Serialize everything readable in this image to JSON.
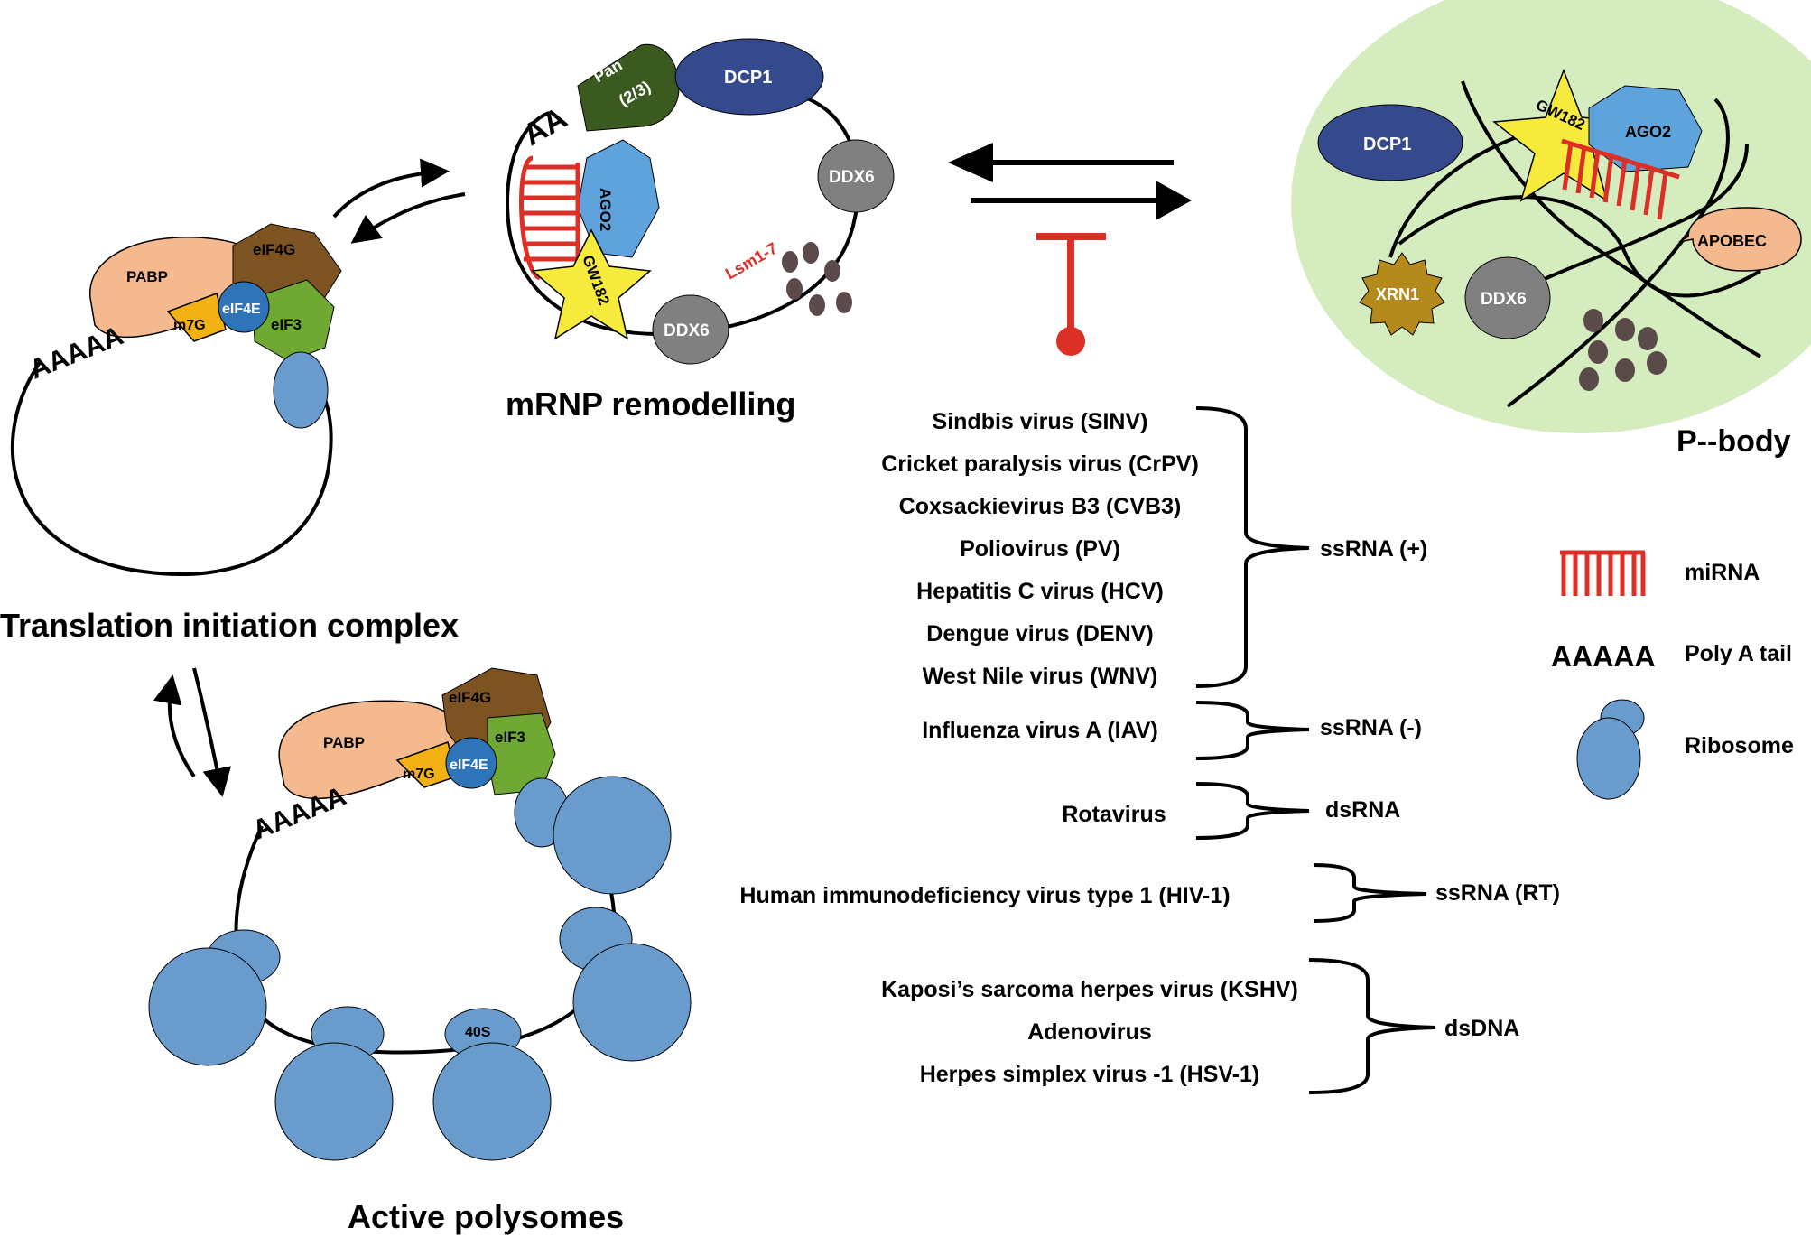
{
  "colors": {
    "pabp": "#f4b98e",
    "eif4g": "#7d5421",
    "eif3": "#6fa832",
    "eif4e": "#2f73b8",
    "m7g": "#f3b114",
    "ribosome": "#6a9bcd",
    "dcp1": "#344a8d",
    "ddx6": "#808080",
    "pan": "#3b5a1f",
    "gw182": "#f6ea3c",
    "mirna": "#dc2f26",
    "lsm": "#5b4a4a",
    "xrn1": "#b48a1c",
    "pbody": "#d5ecbf",
    "inhibit": "#dc2f26"
  },
  "labels": {
    "aaaaa": "AAAAA",
    "aa": "AA",
    "pabp": "PABP",
    "eif4g": "eIF4G",
    "eif3": "eIF3",
    "eif4e": "eIF4E",
    "m7g": "m7G",
    "forty_s": "40S",
    "dcp1": "DCP1",
    "ddx6": "DDX6",
    "ago2": "AGO2",
    "gw182": "GW182",
    "pan_line1": "Pan",
    "pan_line2": "(2/3)",
    "lsm": "Lsm1-7",
    "xrn1": "XRN1",
    "apobec": "APOBEC"
  },
  "titles": {
    "translation": "Translation initiation complex",
    "polysomes": "Active polysomes",
    "mrnp": "mRNP remodelling",
    "pbody": "P--body"
  },
  "virus_groups": [
    {
      "class": "ssRNA (+)",
      "viruses": [
        "Sindbis virus (SINV)",
        "Cricket paralysis virus (CrPV)",
        "Coxsackievirus B3 (CVB3)",
        "Poliovirus (PV)",
        "Hepatitis C virus (HCV)",
        "Dengue virus (DENV)",
        "West Nile virus (WNV)"
      ]
    },
    {
      "class": "ssRNA (-)",
      "viruses": [
        "Influenza virus A (IAV)"
      ]
    },
    {
      "class": "dsRNA",
      "viruses": [
        "Rotavirus"
      ]
    },
    {
      "class": "ssRNA (RT)",
      "viruses": [
        "Human immunodeficiency virus type 1 (HIV-1)"
      ]
    },
    {
      "class": "dsDNA",
      "viruses": [
        "Kaposi’s sarcoma herpes virus (KSHV)",
        "Adenovirus",
        "Herpes simplex virus -1 (HSV-1)"
      ]
    }
  ],
  "legend": [
    {
      "symbol": "miRNA",
      "label": "miRNA"
    },
    {
      "symbol": "AAAAA",
      "label": "Poly A tail"
    },
    {
      "symbol": "ribosome",
      "label": "Ribosome"
    }
  ]
}
